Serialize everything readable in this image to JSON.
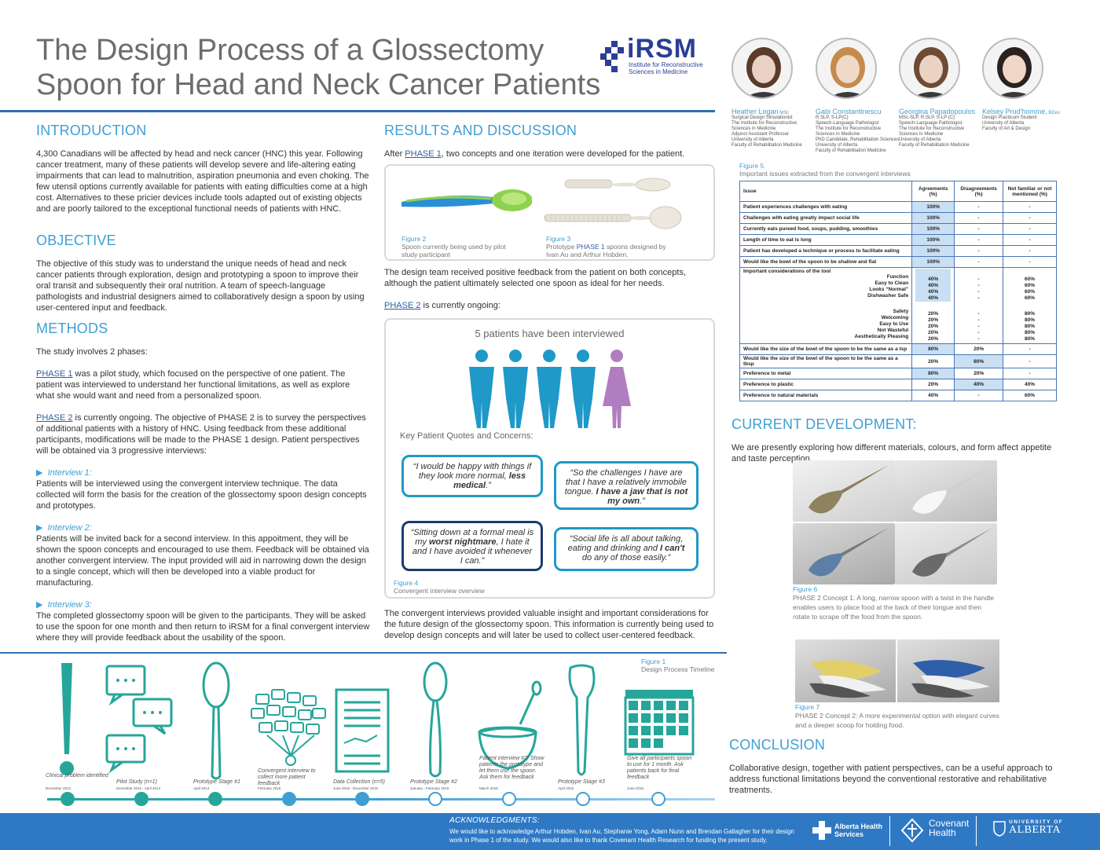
{
  "title": "The Design Process of a Glossectomy Spoon for Head and Neck Cancer Patients",
  "logo": {
    "letters": "iRSM",
    "line1": "Institute for Reconstructive",
    "line2": "Sciences in Medicine",
    "color": "#2b3f94"
  },
  "people": [
    {
      "name": "Heather Logan",
      "cred": "MSc",
      "lines": [
        "Surgical Design Simulationist",
        "The Institute for Reconstructive",
        "Sciences in Medicine",
        "Adjunct Assistant Professor",
        "University of Alberta",
        "Faculty of Rehabilitation Medicine"
      ]
    },
    {
      "name": "Gabi Constantinescu",
      "cred": "",
      "lines": [
        "R.SLP, S-LP(C)",
        "Speech-Language Pathologist",
        "The Institute for Reconstructive",
        "Sciences in Medicine",
        "PhD Candidate, Rehabilitation Sciences",
        "University of Alberta",
        "Faculty of Rehabilitation Medicine"
      ]
    },
    {
      "name": "Georgina Papadopoulos",
      "cred": "",
      "lines": [
        "MSc-SLP, R.SLP, S-LP (C)",
        "Speech-Language Pathologist",
        "The Institute for Reconstructive",
        "Sciences in Medicine",
        "University of Alberta",
        "Faculty of Rehabilitation Medicine"
      ]
    },
    {
      "name": "Kelsey Prud'homme,",
      "cred": "BDes",
      "lines": [
        "Design Practicum Student",
        "University of Alberta",
        "Faculty of Art & Design"
      ]
    }
  ],
  "intro": {
    "heading": "INTRODUCTION",
    "text": "4,300 Canadians will be affected by head and neck cancer (HNC) this year. Following cancer treatment, many of these patients will develop severe and life-altering eating impairments that can lead to malnutrition, aspiration pneumonia and even choking. The few utensil options currently available for patients with eating difficulties come at a high cost. Alternatives to these pricier devices include tools adapted out of existing objects and are poorly tailored to the exceptional functional needs of patients with HNC."
  },
  "objective": {
    "heading": "OBJECTIVE",
    "text": "The objective of this study was to understand the unique needs of head and neck cancer patients through exploration, design and prototyping a spoon to improve their oral transit and subsequently their oral nutrition. A team of speech-language pathologists and industrial designers aimed to collaboratively design a spoon by using user-centered input and feedback."
  },
  "methods": {
    "heading": "METHODS",
    "p1": "The study involves 2 phases:",
    "phase1_link": "PHASE 1",
    "phase1_text": " was a pilot study, which focused on the perspective of one patient. The patient was interviewed to understand her functional limitations, as well as explore what she would want and need from a personalized spoon.",
    "phase2_link": "PHASE 2",
    "phase2_text": " is currently ongoing. The objective of PHASE 2 is to survey the perspectives of additional patients with a history of HNC. Using feedback from these additional participants, modifications will be made to the PHASE 1 design. Patient perspectives will be obtained via 3 progressive interviews:",
    "i1_title": "Interview 1:",
    "i1_text": "Patients will be interviewed using the convergent interview technique. The data collected will form the basis for the creation of the glossectomy spoon design concepts and prototypes.",
    "i2_title": "Interview 2:",
    "i2_text": "Patients will be invited back for a second interview. In this appoitment, they will be shown the spoon concepts and encouraged to use them. Feedback will be obtained via another convergent interview. The input provided will aid in narrowing down the design to a single concept, which will then be developed into a viable product for manufacturing.",
    "i3_title": "Interview 3:",
    "i3_text": "The completed glossectomy spoon will be given to the participants. They will be asked to use the spoon for one month and then return to iRSM for a final convergent interview where they will provide feedback about the usability of the spoon."
  },
  "results": {
    "heading": "RESULTS AND DISCUSSION",
    "p1_pre": "After ",
    "p1_link": "PHASE 1",
    "p1_post": ", two concepts and one iteration were developed for the patient.",
    "fig2_title": "Figure 2",
    "fig2_sub": "Spoon currently being used by pilot study participant",
    "fig3_title": "Figure 3",
    "fig3_sub_pre": "Prototype ",
    "fig3_sub_link": "PHASE 1",
    "fig3_sub_post": " spoons designed by Ivan Au and Arthur Hobden.",
    "p2": "The design team received positive feedback from the patient on both concepts, although the patient ultimately selected one spoon as ideal for her needs.",
    "p3_link": "PHASE 2",
    "p3_post": " is currently ongoing:",
    "fig4_header": "5 patients have been interviewed",
    "fig4_quotes_label": "Key Patient Quotes and Concerns:",
    "q1_a": "“I would be happy with things if they look more normal, ",
    "q1_b": "less medical",
    "q1_c": ".”",
    "q2_a": "“So the challenges I have are that I have a relatively immobile tongue. ",
    "q2_b": "I have a jaw that is not my own",
    "q2_c": ".”",
    "q3_a": "“Sitting down at a formal meal is my ",
    "q3_b": "worst nightmare",
    "q3_c": ", I hate it and I have avoided it whenever I can.”",
    "q4_a": "“Social life is all about talking, eating and drinking and ",
    "q4_b": "I can't",
    "q4_c": " do any of those easily.”",
    "fig4_title": "Figure 4",
    "fig4_sub": "Convergent interview overview",
    "p4": "The convergent interviews provided valuable insight and important considerations for the future design of the glossectomy spoon. This information is currently being used to develop design concepts and will later be used to collect user-centered feedback."
  },
  "fig5": {
    "title": "Figure 5",
    "sub": "Important issues extracted from the convergent interviews",
    "headers": [
      "Issue",
      "Agreements (%)",
      "Disagreements (%)",
      "Not familiar or not mentioned (%)"
    ],
    "rows": [
      [
        "Patient experiences challenges with eating",
        "100%",
        "-",
        "-"
      ],
      [
        "Challenges with eating greatly impact social life",
        "100%",
        "-",
        "-"
      ],
      [
        "Currently eats pureed food, soups, pudding, smoothies",
        "100%",
        "-",
        "-"
      ],
      [
        "Length of time to eat is long",
        "100%",
        "-",
        "-"
      ],
      [
        "Patient has developed a technique or process to facilitate eating",
        "100%",
        "-",
        "-"
      ],
      [
        "Would like the bowl of the spoon to be shallow and flat",
        "100%",
        "-",
        "-"
      ]
    ],
    "considerations_label": "Important considerations of the tool",
    "group1": {
      "items": [
        "Function",
        "Easy to Clean",
        "Looks “Normal”",
        "Dishwasher Safe"
      ],
      "agree": [
        "40%",
        "40%",
        "40%",
        "40%"
      ],
      "dis": [
        "-",
        "-",
        "-",
        "-"
      ],
      "nf": [
        "60%",
        "60%",
        "60%",
        "60%"
      ]
    },
    "group2": {
      "items": [
        "Safety",
        "Welcoming",
        "Easy to Use",
        "Not Wasteful",
        "Aesthetically Pleasing"
      ],
      "agree": [
        "20%",
        "20%",
        "20%",
        "20%",
        "20%"
      ],
      "dis": [
        "-",
        "-",
        "-",
        "-",
        "-"
      ],
      "nf": [
        "80%",
        "80%",
        "80%",
        "80%",
        "80%"
      ]
    },
    "rows2": [
      [
        "Would like the size of the bowl of the spoon to be the same as a tsp",
        "80%",
        "20%",
        "-"
      ],
      [
        "Would like the size of the bowl of the spoon to be the same as a tbsp",
        "20%",
        "80%",
        "-"
      ],
      [
        "Preference to metal",
        "80%",
        "20%",
        "-"
      ],
      [
        "Preference to plastic",
        "20%",
        "40%",
        "40%"
      ],
      [
        "Preference to natural materials",
        "40%",
        "-",
        "60%"
      ]
    ]
  },
  "current": {
    "heading": "CURRENT DEVELOPMENT:",
    "text": "We are presently exploring how different materials, colours, and form affect appetite and taste perception.",
    "fig6_title": "Figure 6",
    "fig6_sub": "PHASE 2 Concept 1: A long, narrow spoon with a twist in the handle enables users to place food at the back of their tongue and then rotate to scrape off the food from the spoon.",
    "fig7_title": "Figure 7",
    "fig7_sub": "PHASE 2 Concept 2: A more experimental option with elegant curves and a deeper scoop for holding food."
  },
  "conclusion": {
    "heading": "CONCLUSION",
    "text": "Collaborative design, together with patient perspectives, can be a useful approach to address functional limitations beyond the conventional restorative and rehabilitative treatments."
  },
  "timeline": {
    "fig_title": "Figure 1",
    "fig_sub": "Design Process Timeline",
    "stages": [
      {
        "label": "Clinical problem identified",
        "date": "December 2013"
      },
      {
        "label": "Pilot Study (n=1)",
        "date": "December 2013 - April 2014"
      },
      {
        "label": "Prototype Stage #1",
        "date": "April 2014"
      },
      {
        "label": "Convergent interview to collect more patient feedback",
        "date": "February 2015"
      },
      {
        "label": "Data Collection (n=5)",
        "date": "June 2015 - December 2015"
      },
      {
        "label": "Prototype Stage #2",
        "date": "January - February 2016"
      },
      {
        "label": "Patient interview #2. Show patients the prototype and let them use the spoon. Ask them for feedback",
        "date": "March 2016"
      },
      {
        "label": "Prototype Stage #3",
        "date": "April 2016"
      },
      {
        "label": "Give all participants spoon to use for 1 month. Ask patients back for final feedback",
        "date": "June 2016"
      }
    ]
  },
  "footer": {
    "ack_title": "ACKNOWLEDGMENTS:",
    "ack_text": "We would like to acknowledge Arthur Hobden, Ivan Au, Stephanie Yong, Adam Nunn and Brendan Gallagher for their design work in Phase 1 of the study. We would also like to thank Covenant Health Research for funding the present study.",
    "logo1": "Alberta Health Services",
    "logo1a": "Alberta Health",
    "logo1b": "Services",
    "logo2a": "Covenant",
    "logo2b": "Health",
    "logo3a": "UNIVERSITY OF",
    "logo3b": "ALBERTA"
  },
  "colors": {
    "accent": "#3f9fd4",
    "navy": "#2f6fb0",
    "teal": "#1e99c8",
    "footer": "#2f79c4",
    "female": "#b07dc0"
  }
}
